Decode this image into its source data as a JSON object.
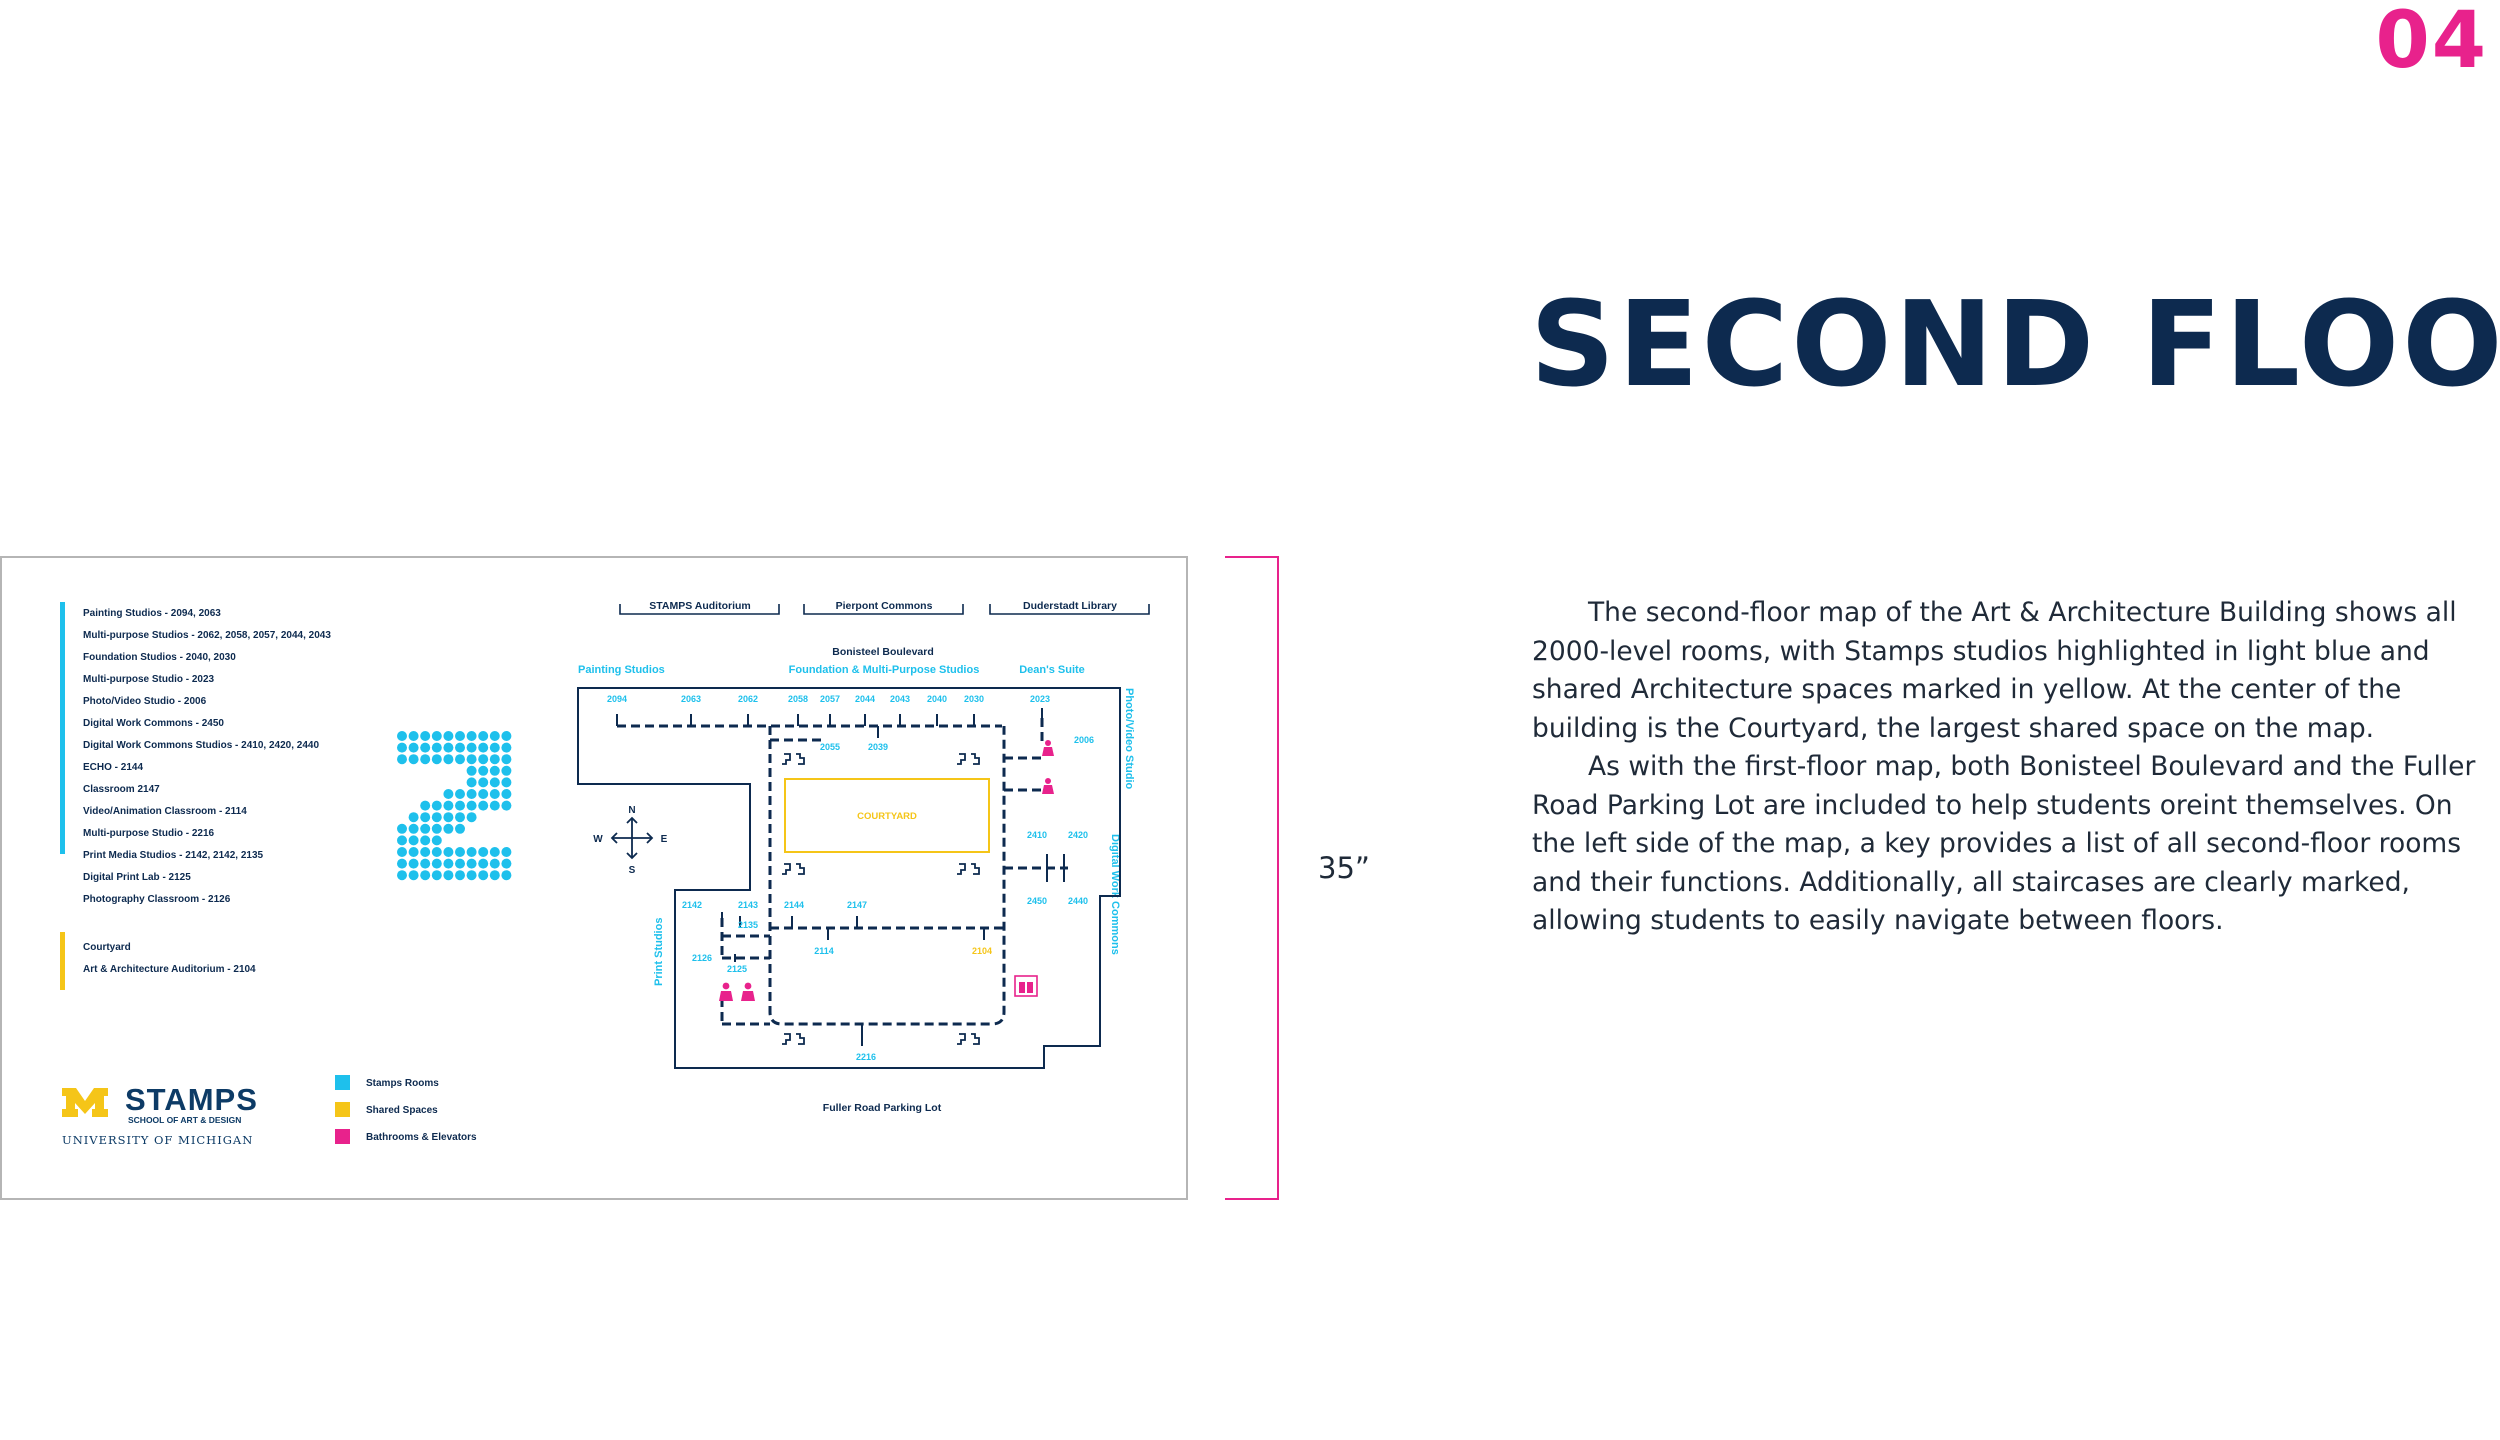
{
  "page_number": "04",
  "title": "SECOND FLOOR",
  "description": [
    "The second-floor map of the Art & Architecture Building shows all 2000-level rooms, with Stamps studios highlighted in light blue and shared Architecture spaces marked in yellow. At the center of the building is the Courtyard, the largest shared space on the map.",
    "As with the first-floor map, both Bonisteel Boulevard and the Fuller Road Parking Lot are included to help students oreint themselves. On the left side of the map, a key provides a list of all second-floor rooms and their functions. Additionally, all staircases are clearly marked, allowing students to easily navigate between floors."
  ],
  "dimension_label": "35”",
  "colors": {
    "navy": "#0d2a4f",
    "cyan": "#1ec0ec",
    "yellow": "#f5c518",
    "magenta": "#e8228c"
  },
  "map": {
    "key_stamps": [
      "Painting Studios - 2094, 2063",
      "Multi-purpose Studios - 2062, 2058, 2057, 2044, 2043",
      "Foundation Studios - 2040, 2030",
      "Multi-purpose Studio - 2023",
      "Photo/Video Studio - 2006",
      "Digital Work Commons - 2450",
      "Digital Work Commons Studios - 2410, 2420, 2440",
      "ECHO - 2144",
      "Classroom 2147",
      "Video/Animation Classroom - 2114",
      "Multi-purpose Studio - 2216",
      "Print Media Studios - 2142, 2142, 2135",
      "Digital Print Lab - 2125",
      "Photography Classroom - 2126"
    ],
    "key_shared": [
      "Courtyard",
      "Art & Architecture Auditorium - 2104"
    ],
    "floor_numeral": "2",
    "logo": {
      "brand": "STAMPS",
      "subtitle": "SCHOOL OF ART & DESIGN",
      "university": "UNIVERSITY OF MICHIGAN"
    },
    "legend": [
      "Stamps Rooms",
      "Shared Spaces",
      "Bathrooms & Elevators"
    ],
    "landmarks": [
      "STAMPS Auditorium",
      "Pierpont Commons",
      "Duderstadt Library"
    ],
    "street_north": "Bonisteel Boulevard",
    "street_south": "Fuller Road Parking Lot",
    "area_labels": {
      "painting": "Painting Studios",
      "foundation": "Foundation & Multi-Purpose Studios",
      "deans": "Dean's Suite",
      "photo": "Photo/Video Studio",
      "digital": "Digital Work Commons",
      "print": "Print Studios"
    },
    "courtyard": "COURTYARD",
    "compass": {
      "n": "N",
      "s": "S",
      "e": "E",
      "w": "W"
    },
    "rooms_cyan": [
      "2094",
      "2063",
      "2062",
      "2058",
      "2057",
      "2044",
      "2043",
      "2040",
      "2030",
      "2023",
      "2006",
      "2055",
      "2039",
      "2410",
      "2420",
      "2450",
      "2440",
      "2142",
      "2143",
      "2135",
      "2144",
      "2147",
      "2114",
      "2126",
      "2125",
      "2216"
    ],
    "room_yellow": "2104"
  }
}
